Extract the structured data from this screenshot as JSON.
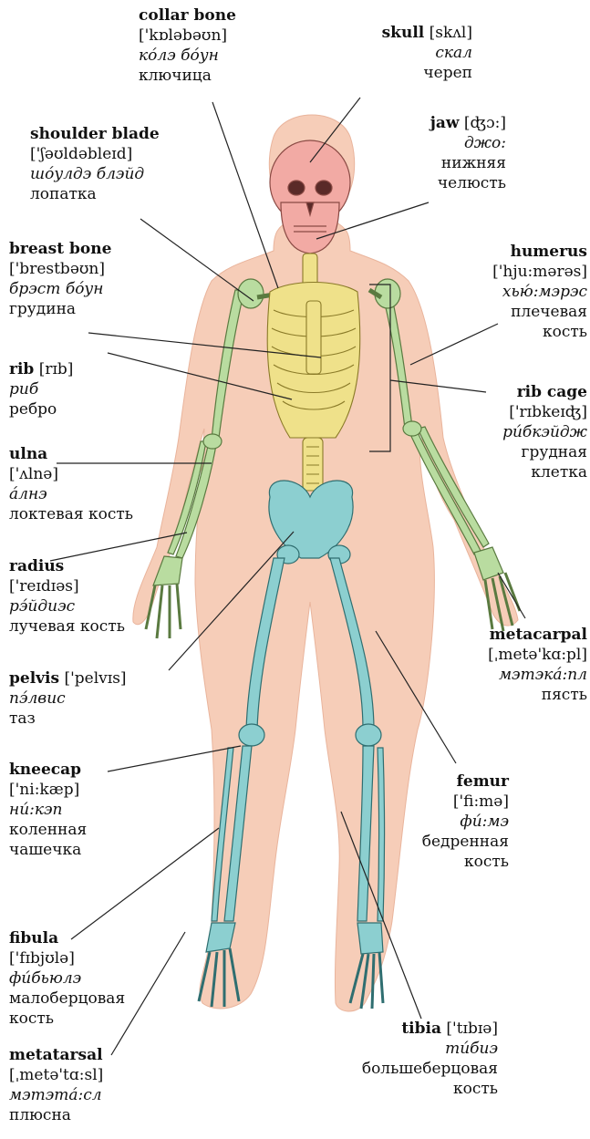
{
  "colors": {
    "body_outline": "#f6cdb8",
    "skull": "#f2aaa4",
    "axial": "#efe18a",
    "arm": "#b9dca0",
    "leg_pelvis": "#8ccfd0",
    "leader_line": "#222222"
  },
  "labels": {
    "collar_bone": {
      "en": "collar bone",
      "ipa": "['kɒləbəʊn]",
      "tr": "кóлэ бóун",
      "ru": "ключица"
    },
    "skull": {
      "en": "skull",
      "ipa": "[skʌl]",
      "tr": "скал",
      "ru": "череп"
    },
    "jaw": {
      "en": "jaw",
      "ipa": "[ʤɔ:]",
      "tr": "джо:",
      "ru1": "нижняя",
      "ru2": "челюсть"
    },
    "shoulder_blade": {
      "en": "shoulder blade",
      "ipa": "['ʃəʊldəbleɪd]",
      "tr": "шóулдэ блэйд",
      "ru": "лопатка"
    },
    "breast_bone": {
      "en": "breast bone",
      "ipa": "['brestbəʊn]",
      "tr": "брэст бóун",
      "ru": "грудина"
    },
    "humerus": {
      "en": "humerus",
      "ipa": "['hju:mərəs]",
      "tr": "хью́:мэрэс",
      "ru1": "плечевая",
      "ru2": "кость"
    },
    "rib": {
      "en": "rib",
      "ipa": "[rɪb]",
      "tr": "риб",
      "ru": "ребро"
    },
    "rib_cage": {
      "en": "rib cage",
      "ipa": "['rɪbkeɪʤ]",
      "tr": "ри́бкэйдж",
      "ru1": "грудная",
      "ru2": "клетка"
    },
    "ulna": {
      "en": "ulna",
      "ipa": "['ʌlnə]",
      "tr": "áлнэ",
      "ru": "локтевая кость"
    },
    "radius": {
      "en": "radius",
      "ipa": "['reɪdɪəs]",
      "tr": "рэ́йдиэс",
      "ru": "лучевая кость"
    },
    "metacarpal": {
      "en": "metacarpal",
      "ipa": "[ˌmetə'kɑ:pl]",
      "tr": "мэтэкá:пл",
      "ru": "пясть"
    },
    "pelvis": {
      "en": "pelvis",
      "ipa": "['pelvɪs]",
      "tr": "пэ́лвис",
      "ru": "таз"
    },
    "kneecap": {
      "en": "kneecap",
      "ipa": "['ni:kæp]",
      "tr": "ни́:кэп",
      "ru1": "коленная",
      "ru2": "чашечка"
    },
    "femur": {
      "en": "femur",
      "ipa": "['fi:mə]",
      "tr": "фи́:мэ",
      "ru1": "бедренная",
      "ru2": "кость"
    },
    "fibula": {
      "en": "fibula",
      "ipa": "['fɪbjʊlə]",
      "tr": "фи́бьюлэ",
      "ru1": "малоберцовая",
      "ru2": "кость"
    },
    "tibia": {
      "en": "tibia",
      "ipa": "['tɪbɪə]",
      "tr": "ти́биэ",
      "ru1": "большеберцовая",
      "ru2": "кость"
    },
    "metatarsal": {
      "en": "metatarsal",
      "ipa": "[ˌmetə'tɑ:sl]",
      "tr": "мэтэтá:сл",
      "ru": "плюсна"
    }
  }
}
